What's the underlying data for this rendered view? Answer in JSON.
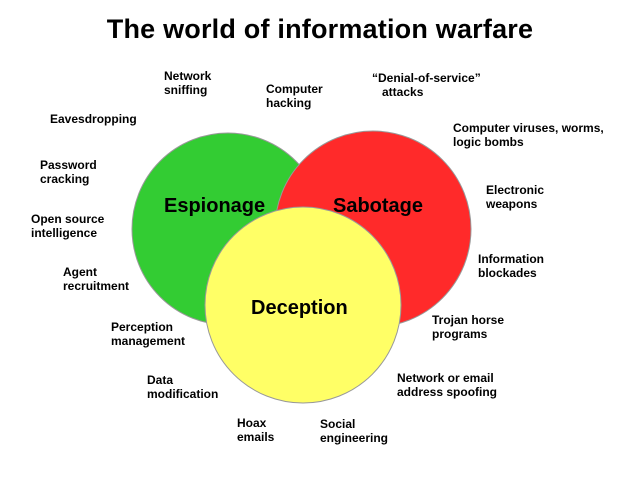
{
  "title": "The world of information warfare",
  "colors": {
    "espionage": "#33cc33",
    "sabotage": "#ff2a2a",
    "deception": "#ffff66",
    "outline": "#999999"
  },
  "circles": {
    "espionage": "Espionage",
    "sabotage": "Sabotage",
    "deception": "Deception"
  },
  "terms": {
    "network_sniffing": "Network\nsniffing",
    "computer_hacking": "Computer\nhacking",
    "denial_of_service": "“Denial-of-service”\n   attacks",
    "eavesdropping": "Eavesdropping",
    "viruses": "Computer viruses, worms,\nlogic bombs",
    "password_cracking": "Password\ncracking",
    "electronic_weapons": "Electronic\nweapons",
    "open_source": "Open source\nintelligence",
    "information_blockades": "Information\nblockades",
    "agent_recruitment": "Agent\nrecruitment",
    "trojan_horse": "Trojan horse\nprograms",
    "perception_management": "Perception\nmanagement",
    "network_spoofing": "Network or email\naddress spoofing",
    "data_modification": "Data\nmodification",
    "hoax_emails": "Hoax\nemails",
    "social_engineering": "Social\nengineering"
  }
}
